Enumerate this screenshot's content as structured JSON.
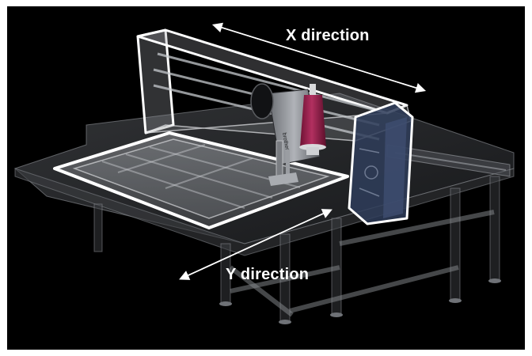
{
  "figure": {
    "x_label": "X direction",
    "y_label": "Y direction",
    "brand_text": "brother",
    "colors": {
      "background": "#000000",
      "outline": "#ffffff",
      "thread_cone": "#9a1f4a",
      "side_panel": "#2f3d5a"
    }
  }
}
